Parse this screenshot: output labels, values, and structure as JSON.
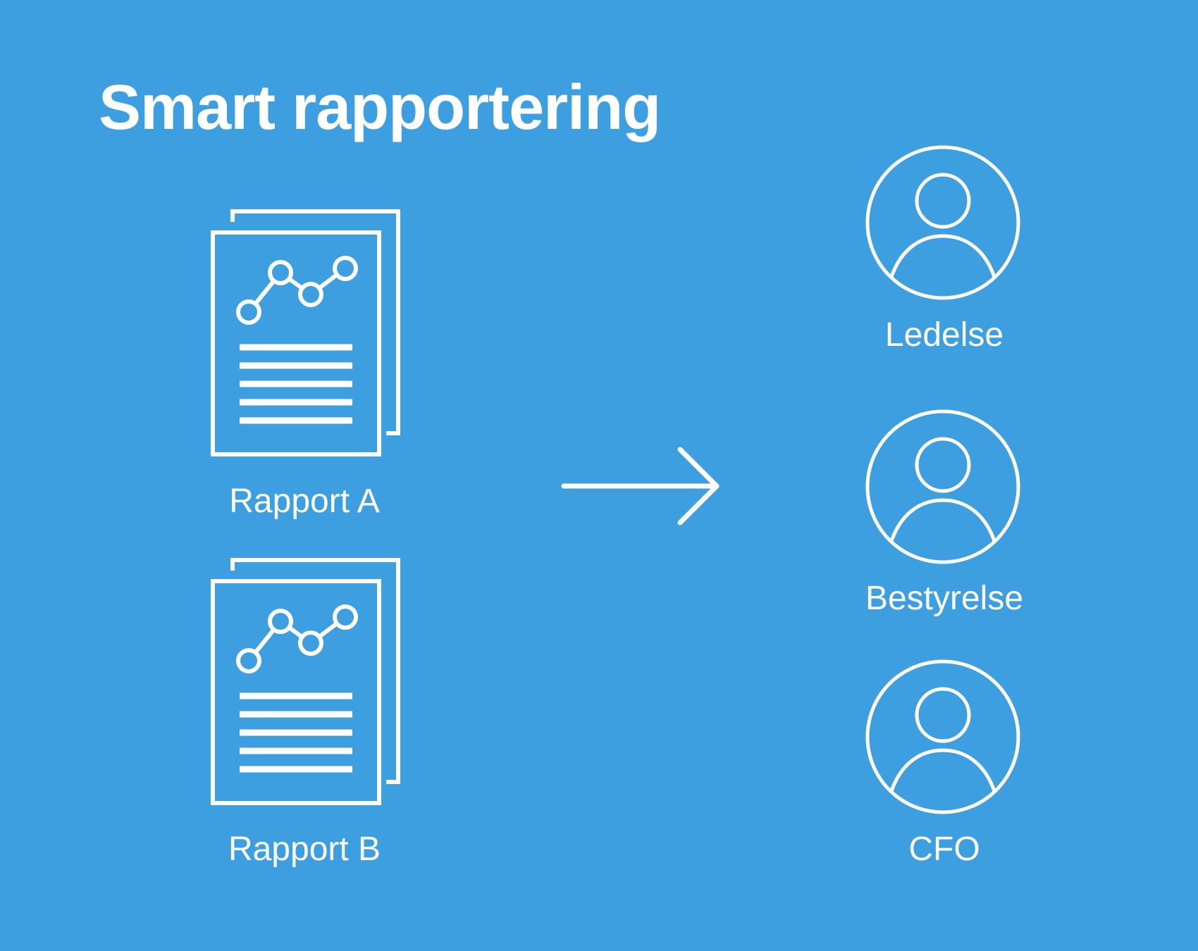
{
  "title": "Smart rapportering",
  "colors": {
    "background": "#3d9fdf",
    "foreground": "#ffffff"
  },
  "reports": [
    {
      "label": "Rapport A",
      "icon": "report-document-icon"
    },
    {
      "label": "Rapport B",
      "icon": "report-document-icon"
    }
  ],
  "arrow": {
    "icon": "arrow-right-icon"
  },
  "recipients": [
    {
      "label": "Ledelse",
      "icon": "user-avatar-icon"
    },
    {
      "label": "Bestyrelse",
      "icon": "user-avatar-icon"
    },
    {
      "label": "CFO",
      "icon": "user-avatar-icon"
    }
  ]
}
